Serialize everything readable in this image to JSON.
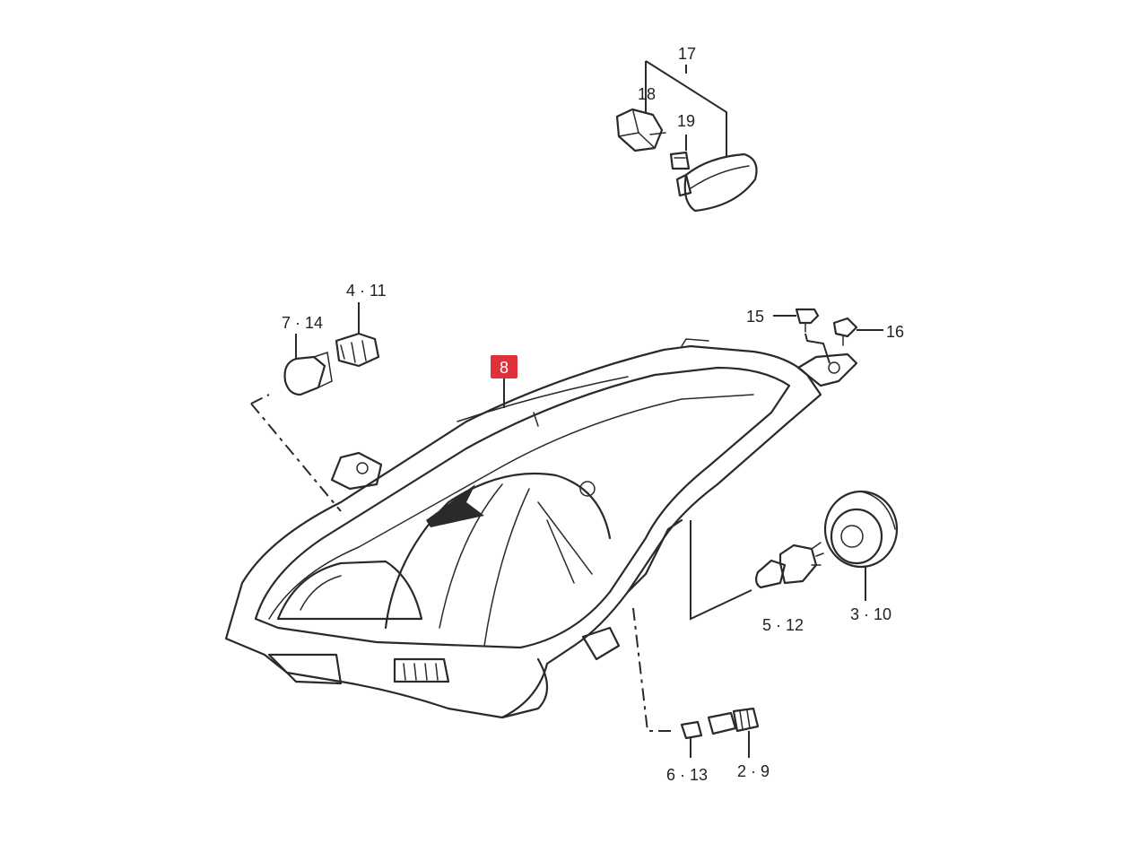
{
  "callouts": {
    "c17": "17",
    "c18": "18",
    "c19": "19",
    "c4_11": "4 · 11",
    "c7_14": "7 · 14",
    "c8": "8",
    "c15": "15",
    "c16": "16",
    "c5_12": "5 · 12",
    "c3_10": "3 · 10",
    "c6_13": "6 · 13",
    "c2_9": "2 · 9"
  },
  "highlight_color": "#e0313a"
}
